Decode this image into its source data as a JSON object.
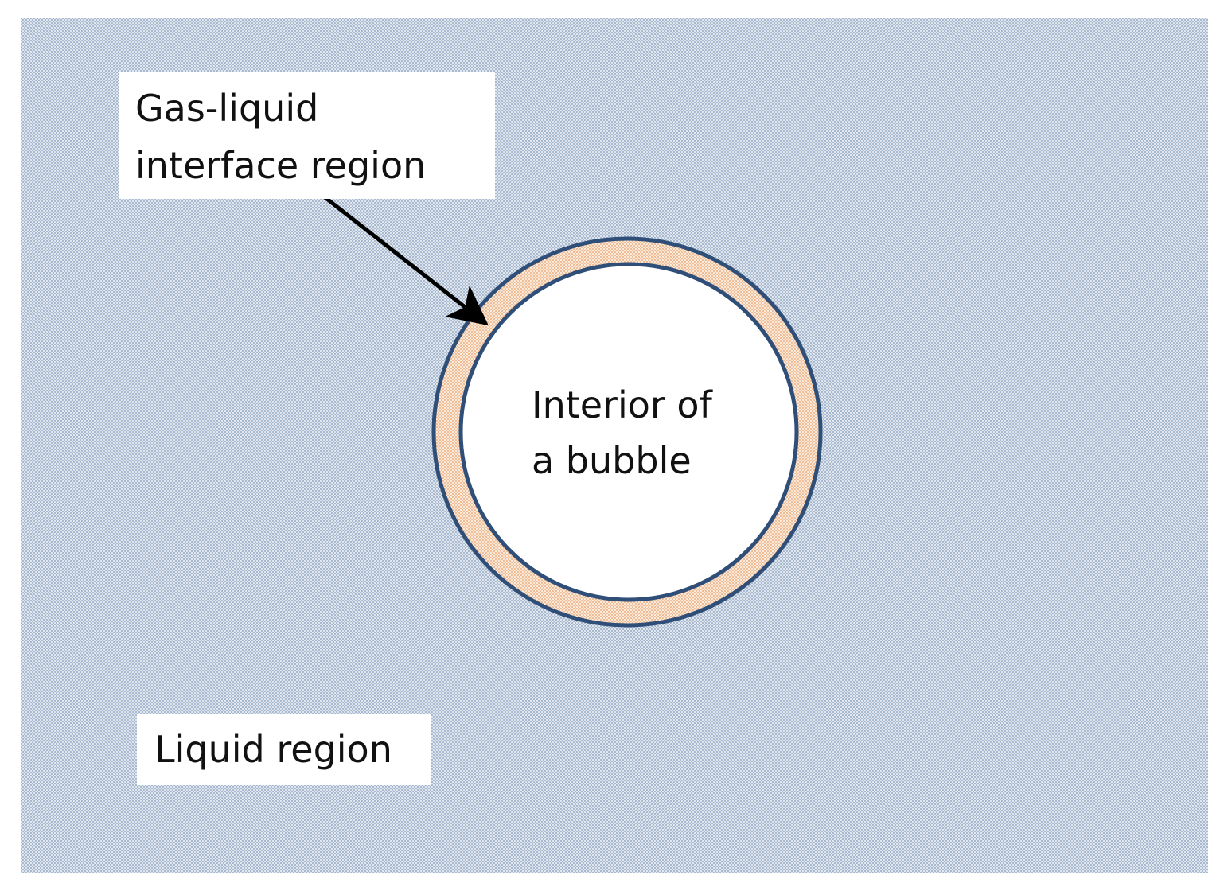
{
  "labels": {
    "interface": [
      "Gas-liquid",
      "interface region"
    ],
    "interior": [
      "Interior of",
      "a bubble"
    ],
    "liquid": "Liquid region"
  },
  "colors": {
    "liquid_fill": "#b4c4d8",
    "interface_fill": "#f4c9a8",
    "outline": "#2f4f78",
    "arrow": "#000000"
  }
}
